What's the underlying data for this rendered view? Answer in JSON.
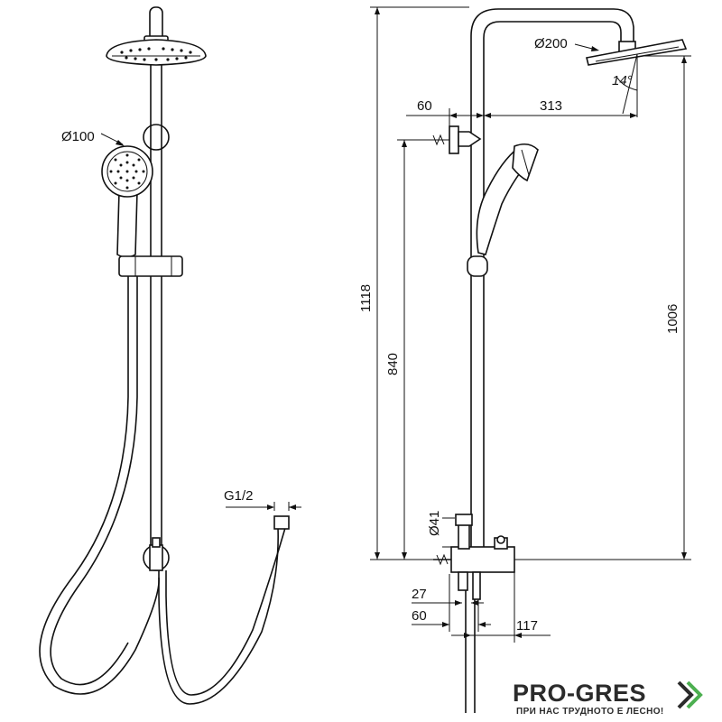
{
  "front_view": {
    "handshower_diameter": "Ø100",
    "connection_thread": "G1/2"
  },
  "side_view": {
    "overhead_diameter": "Ø200",
    "tilt_angle": "14°",
    "wall_offset": "60",
    "arm_reach": "313",
    "total_height": "1118",
    "bracket_height": "840",
    "shower_height": "1006",
    "diverter_diameter": "Ø41",
    "dim_27": "27",
    "dim_60_bottom": "60",
    "dim_117": "117"
  },
  "logo": {
    "name": "PRO-GRES",
    "tagline": "ПРИ НАС ТРУДНОТО Е ЛЕСНО!",
    "colors": {
      "text": "#2b2b2b",
      "accent": "#4caf50"
    }
  }
}
